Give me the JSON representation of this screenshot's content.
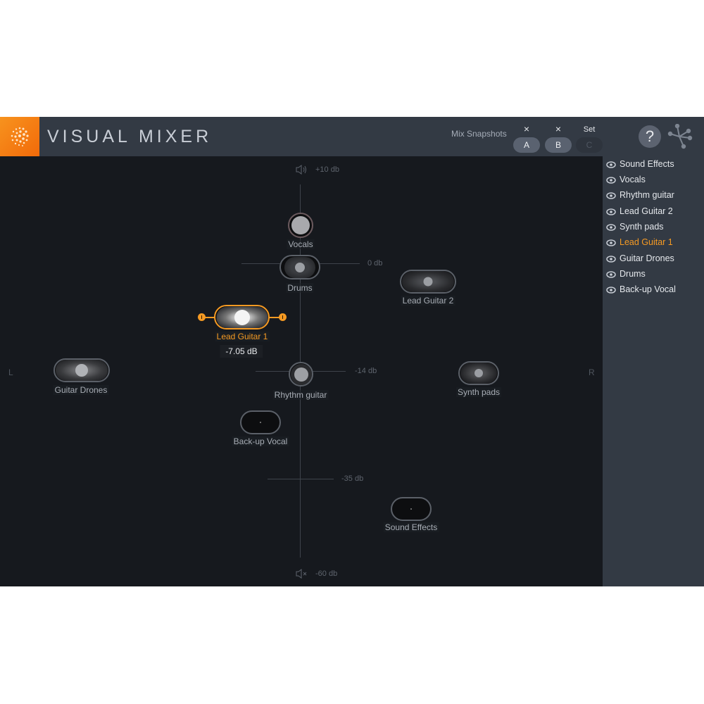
{
  "header": {
    "title": "VISUAL MIXER",
    "snapshots_label": "Mix Snapshots",
    "snapshots": [
      {
        "top": "×",
        "label": "A",
        "state": "saved"
      },
      {
        "top": "×",
        "label": "B",
        "state": "saved"
      },
      {
        "top": "Set",
        "label": "C",
        "state": "empty"
      }
    ],
    "help_label": "?"
  },
  "canvas": {
    "axis": {
      "top_label": "+10 db",
      "zero_label": "0 db",
      "mid_label": "-14 db",
      "low_label": "-35 db",
      "bottom_label": "-60 db",
      "left_label": "L",
      "right_label": "R"
    },
    "tracks": [
      {
        "name": "Vocals",
        "shape": "circle"
      },
      {
        "name": "Drums",
        "shape": "pill"
      },
      {
        "name": "Lead Guitar 2",
        "shape": "pill"
      },
      {
        "name": "Lead Guitar 1",
        "shape": "pill",
        "selected": true,
        "readout": "-7.05 dB"
      },
      {
        "name": "Guitar Drones",
        "shape": "pill"
      },
      {
        "name": "Rhythm guitar",
        "shape": "circle"
      },
      {
        "name": "Synth pads",
        "shape": "pill"
      },
      {
        "name": "Back-up Vocal",
        "shape": "pill"
      },
      {
        "name": "Sound Effects",
        "shape": "pill"
      }
    ]
  },
  "sidebar": {
    "items": [
      {
        "label": "Sound Effects",
        "visible": true
      },
      {
        "label": "Vocals",
        "visible": true
      },
      {
        "label": "Rhythm guitar",
        "visible": true
      },
      {
        "label": "Lead Guitar 2",
        "visible": true
      },
      {
        "label": "Synth pads",
        "visible": true
      },
      {
        "label": "Lead Guitar 1",
        "visible": true,
        "active": true
      },
      {
        "label": "Guitar Drones",
        "visible": true
      },
      {
        "label": "Drums",
        "visible": true
      },
      {
        "label": "Back-up Vocal",
        "visible": true
      }
    ]
  },
  "colors": {
    "accent": "#f59a23",
    "header_bg": "#333a44",
    "canvas_bg": "#16191e",
    "logo_orange": "#f7931e"
  }
}
